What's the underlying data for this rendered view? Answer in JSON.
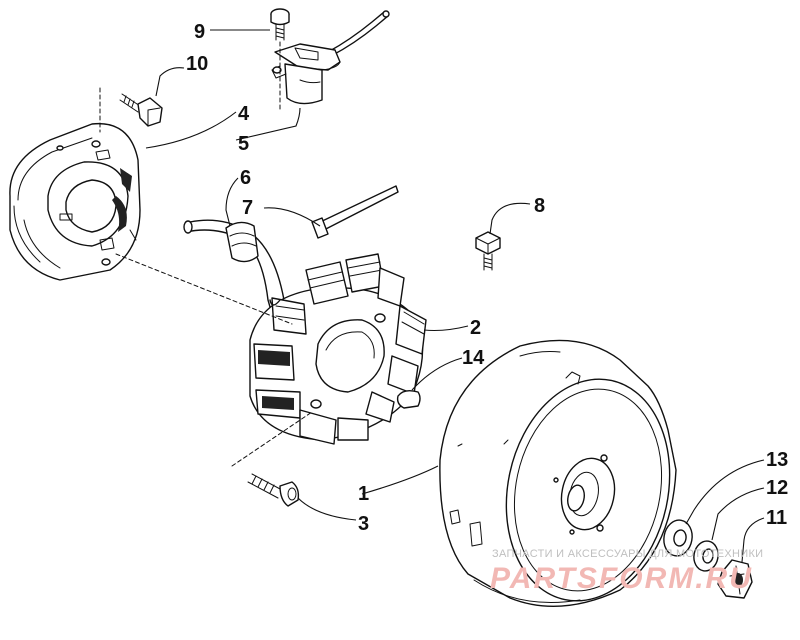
{
  "callouts": {
    "c1": "1",
    "c2": "2",
    "c3": "3",
    "c4": "4",
    "c5": "5",
    "c6": "6",
    "c7": "7",
    "c8": "8",
    "c9": "9",
    "c10": "10",
    "c11": "11",
    "c12": "12",
    "c13": "13",
    "c14": "14"
  },
  "watermark": {
    "tagline": "ЗАПЧАСТИ И АКСЕССУАРЫ ДЛЯ МОТОТЕХНИКИ",
    "brand": "PARTSFORM.RU",
    "brand_color": "#f2b8b4"
  }
}
